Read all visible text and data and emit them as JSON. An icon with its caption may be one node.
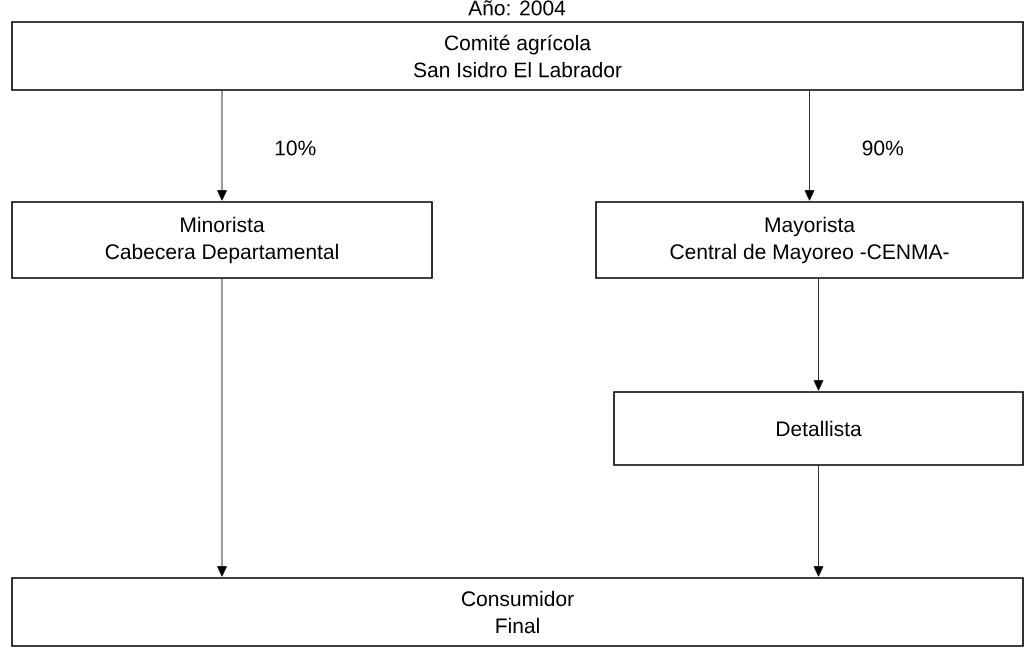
{
  "diagram": {
    "title": "Año: 2004",
    "nodes": [
      {
        "text": [
          "Comité agrícola",
          "San Isidro El Labrador"
        ]
      },
      {
        "text": [
          "Minorista",
          "Cabecera Departamental"
        ]
      },
      {
        "text": [
          "Mayorista",
          "Central de Mayoreo -CENMA-"
        ]
      },
      {
        "text": [
          "Detallista"
        ]
      },
      {
        "text": [
          "Consumidor",
          "Final"
        ]
      }
    ],
    "edges": [
      {
        "from": 0,
        "to": 1,
        "arrow": "to",
        "label": "10%"
      },
      {
        "from": 0,
        "to": 2,
        "arrow": "to",
        "label": "90%"
      },
      {
        "from": 2,
        "to": 3,
        "arrow": "to"
      },
      {
        "from": 1,
        "to": 4,
        "arrow": "to"
      },
      {
        "from": 3,
        "to": 4,
        "arrow": "to"
      }
    ]
  }
}
